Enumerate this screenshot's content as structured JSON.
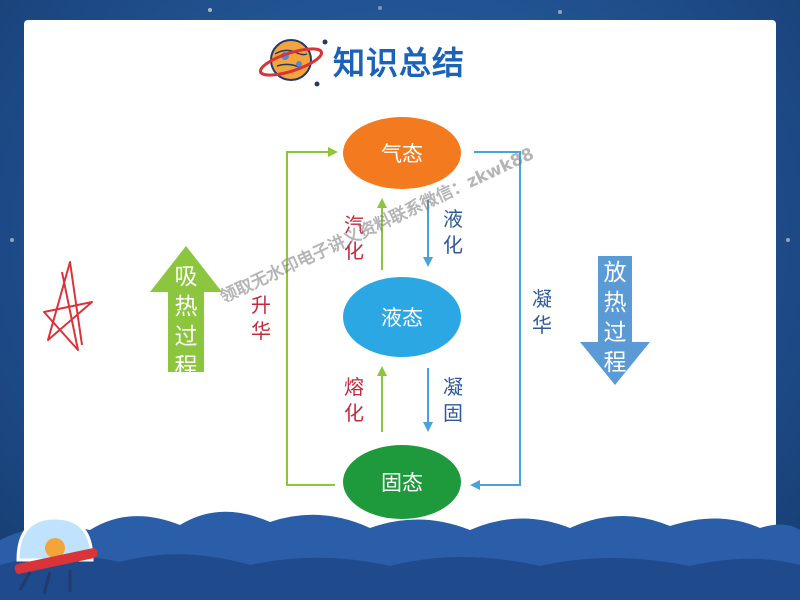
{
  "page_title": "知识总结",
  "nodes": {
    "gas": "气态",
    "liquid": "液态",
    "solid": "固态"
  },
  "processes": {
    "vaporization": [
      "汽",
      "化"
    ],
    "liquefaction": [
      "液",
      "化"
    ],
    "melting": [
      "熔",
      "化"
    ],
    "solidification": [
      "凝",
      "固"
    ],
    "sublimation": [
      "升",
      "华"
    ],
    "deposition": [
      "凝",
      "华"
    ]
  },
  "side_arrows": {
    "absorb_heat": [
      "吸",
      "热",
      "过",
      "程"
    ],
    "release_heat": [
      "放",
      "热",
      "过",
      "程"
    ]
  },
  "watermark": "领取无水印电子讲义资料联系微信：zkwk88",
  "colors": {
    "gas": "#f47a1f",
    "liquid": "#2ba7e3",
    "solid": "#1e9a3c",
    "absorb_heat": "#8cc63f",
    "release_heat": "#5b9bd5",
    "title": "#1a63b7",
    "red_label": "#c22a3d",
    "blue_label": "#2f5a97"
  }
}
